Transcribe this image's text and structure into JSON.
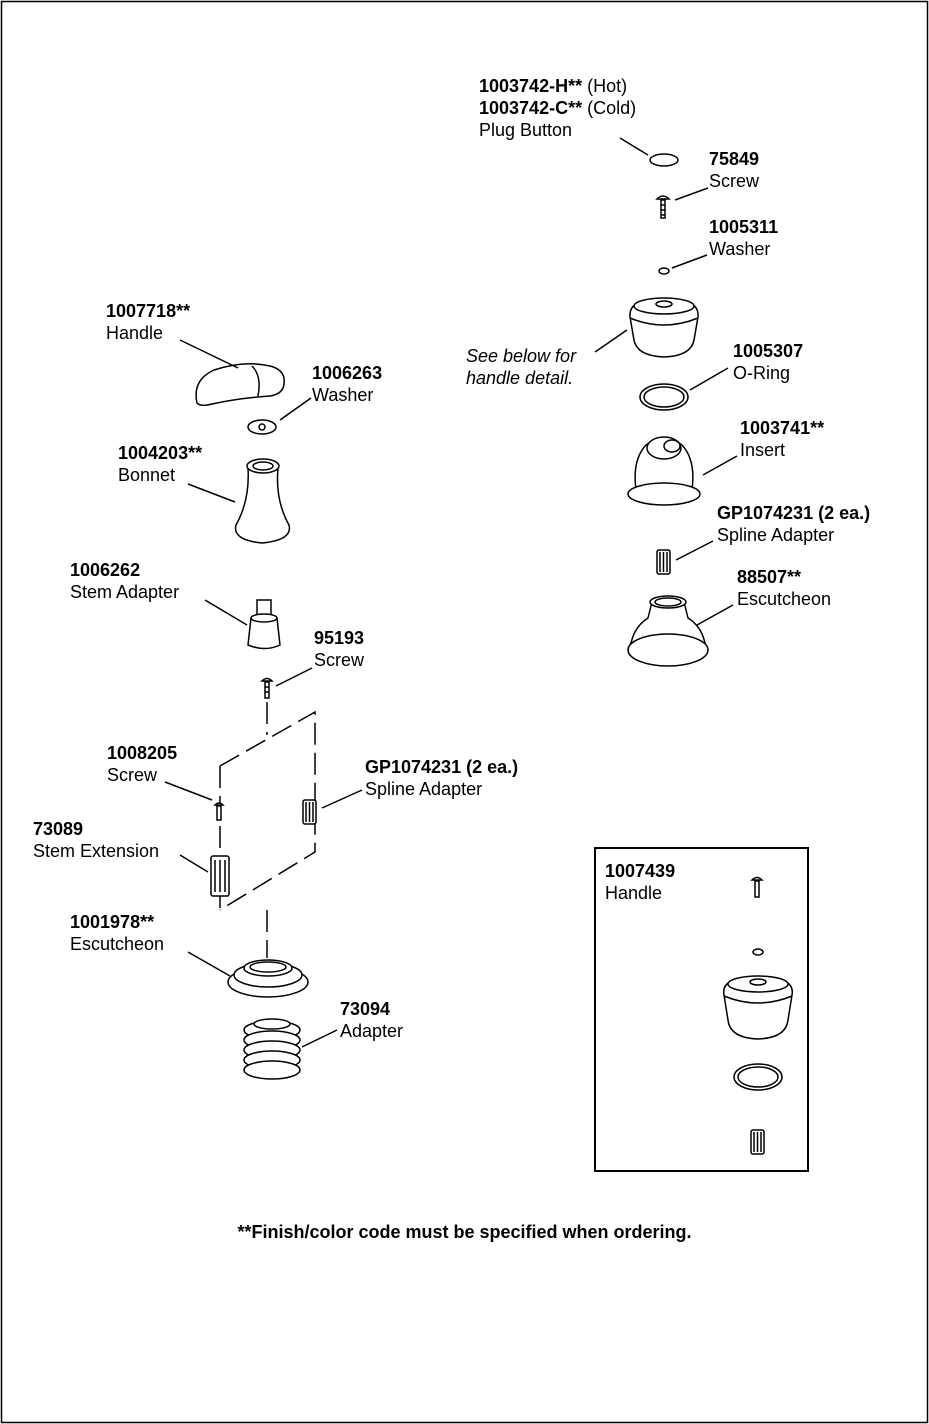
{
  "parts": {
    "plug_button": {
      "num_hot": "1003742-H**",
      "hot": "(Hot)",
      "num_cold": "1003742-C**",
      "cold": "(Cold)",
      "name": "Plug Button"
    },
    "screw_top": {
      "num": "75849",
      "name": "Screw"
    },
    "washer_top": {
      "num": "1005311",
      "name": "Washer"
    },
    "handle_note": {
      "line1": "See below for",
      "line2": "handle detail."
    },
    "oring": {
      "num": "1005307",
      "name": "O-Ring"
    },
    "insert": {
      "num": "1003741**",
      "name": "Insert"
    },
    "spline_right": {
      "num": "GP1074231 (2 ea.)",
      "name": "Spline Adapter"
    },
    "escutcheon_right": {
      "num": "88507**",
      "name": "Escutcheon"
    },
    "handle_left": {
      "num": "1007718**",
      "name": "Handle"
    },
    "washer_left": {
      "num": "1006263",
      "name": "Washer"
    },
    "bonnet": {
      "num": "1004203**",
      "name": "Bonnet"
    },
    "stem_adapter": {
      "num": "1006262",
      "name": "Stem Adapter"
    },
    "screw_mid": {
      "num": "95193",
      "name": "Screw"
    },
    "screw_small": {
      "num": "1008205",
      "name": "Screw"
    },
    "spline_left": {
      "num": "GP1074231 (2 ea.)",
      "name": "Spline Adapter"
    },
    "stem_extension": {
      "num": "73089",
      "name": "Stem Extension"
    },
    "escutcheon_left": {
      "num": "1001978**",
      "name": "Escutcheon"
    },
    "adapter": {
      "num": "73094",
      "name": "Adapter"
    },
    "handle_detail": {
      "num": "1007439",
      "name": "Handle"
    }
  },
  "footer": "**Finish/color code must be specified when ordering."
}
